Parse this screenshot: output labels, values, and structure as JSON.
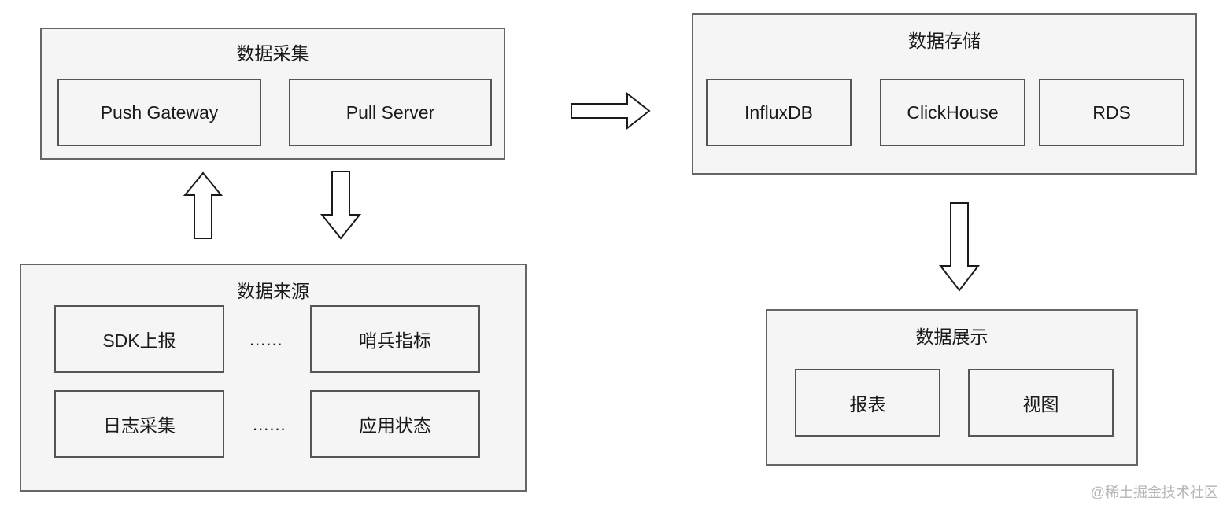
{
  "collection": {
    "title": "数据采集",
    "nodes": [
      "Push Gateway",
      "Pull Server"
    ]
  },
  "source": {
    "title": "数据来源",
    "nodes": [
      "SDK上报",
      "哨兵指标",
      "日志采集",
      "应用状态"
    ],
    "ellipsis": [
      "......",
      "......"
    ]
  },
  "storage": {
    "title": "数据存储",
    "nodes": [
      "InfluxDB",
      "ClickHouse",
      "RDS"
    ]
  },
  "display": {
    "title": "数据展示",
    "nodes": [
      "报表",
      "视图"
    ]
  },
  "watermark": "@稀土掘金技术社区"
}
